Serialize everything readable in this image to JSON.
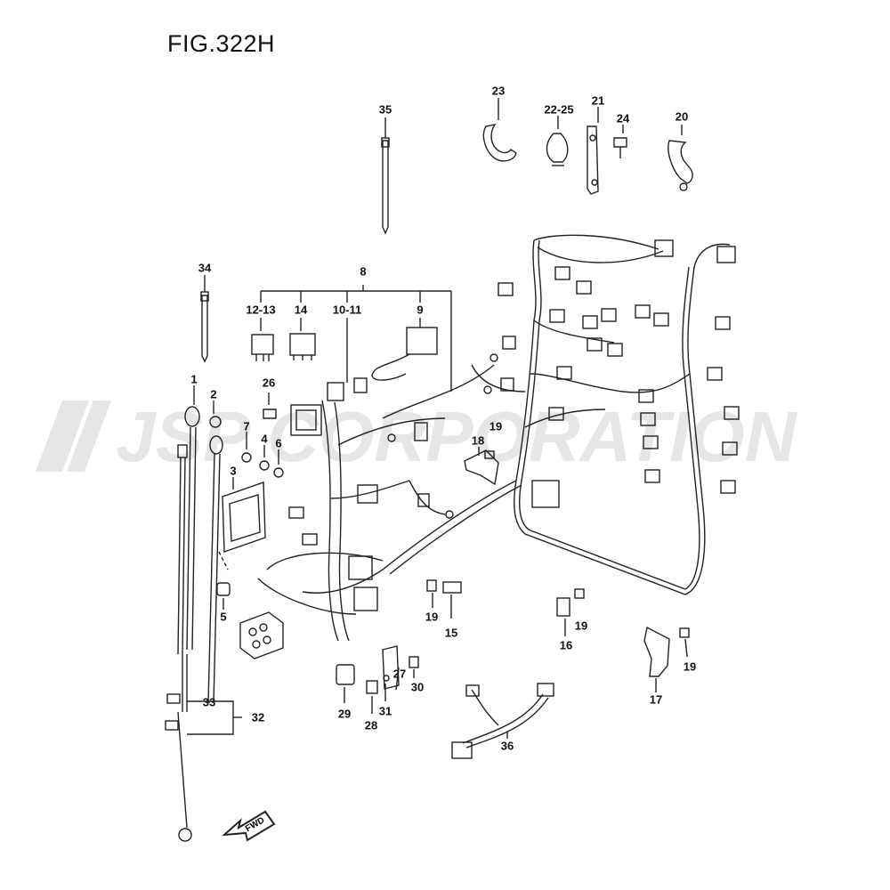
{
  "title": "FIG.322H",
  "watermark": "JSP CORPORATION",
  "fwd_label": "FWD",
  "colors": {
    "line": "#222222",
    "watermark": "#e6e6e6",
    "background": "#ffffff"
  },
  "callouts": {
    "c1": "1",
    "c2": "2",
    "c3": "3",
    "c4": "4",
    "c5": "5",
    "c6": "6",
    "c7": "7",
    "c8": "8",
    "c9": "9",
    "c10_11": "10-11",
    "c12_13": "12-13",
    "c14": "14",
    "c15": "15",
    "c16": "16",
    "c17": "17",
    "c18": "18",
    "c19a": "19",
    "c19b": "19",
    "c19c": "19",
    "c19d": "19",
    "c20": "20",
    "c21": "21",
    "c22_25": "22-25",
    "c23": "23",
    "c24": "24",
    "c26": "26",
    "c27": "27",
    "c28": "28",
    "c29": "29",
    "c30": "30",
    "c31": "31",
    "c32": "32",
    "c33": "33",
    "c34": "34",
    "c35": "35",
    "c36": "36"
  }
}
